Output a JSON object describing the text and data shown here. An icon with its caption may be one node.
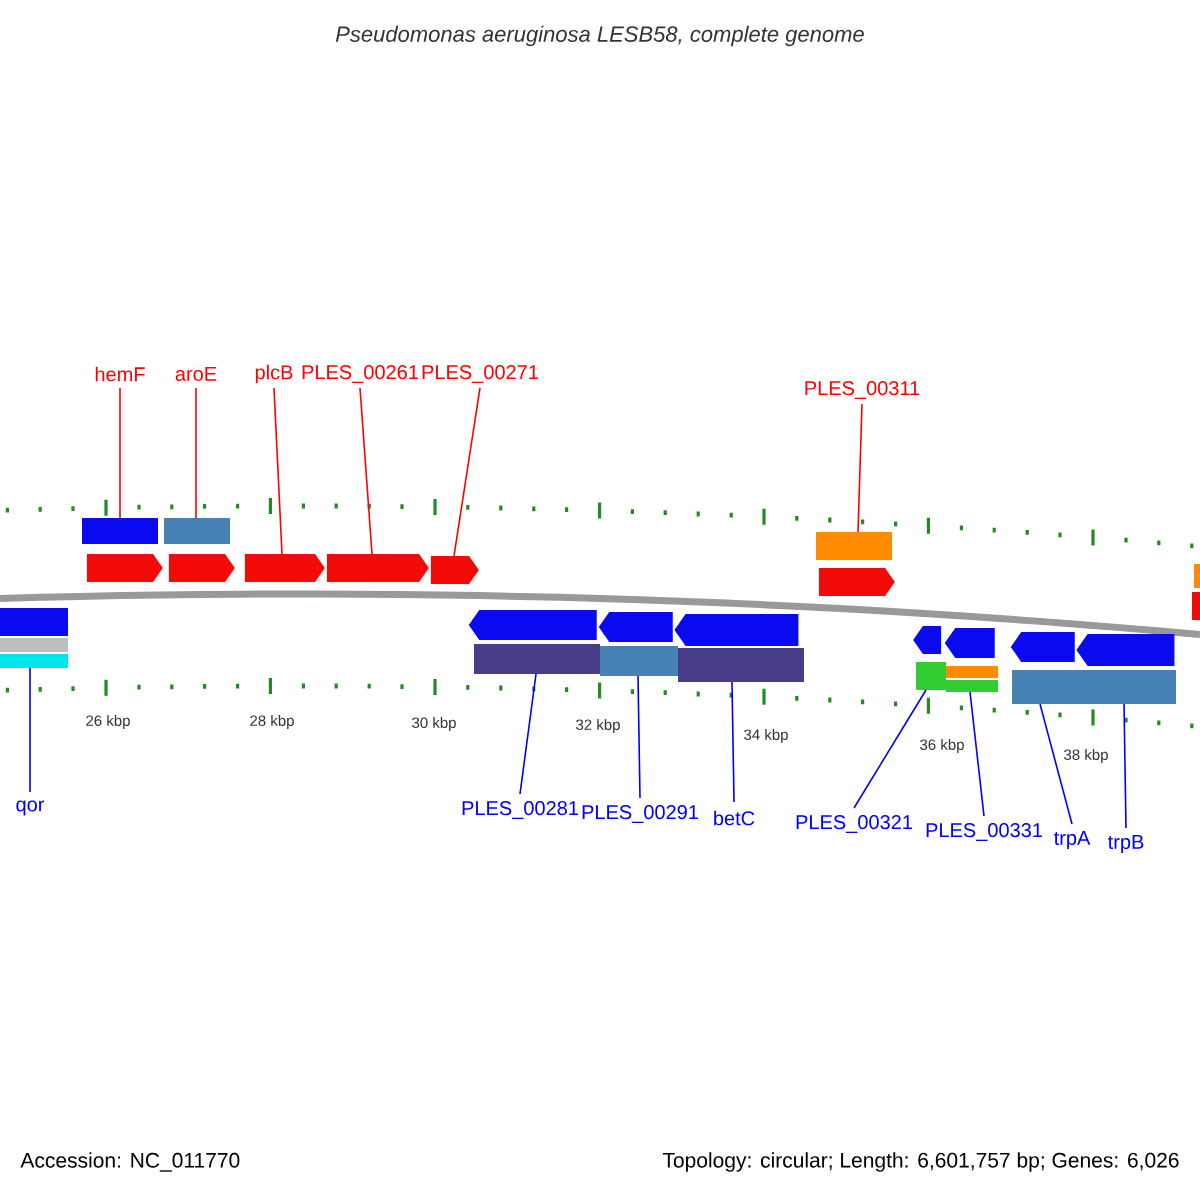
{
  "diagram": {
    "title": "Pseudomonas aeruginosa LESB58, complete genome",
    "nodes": [
      {
        "text": [
          "hemF"
        ]
      },
      {
        "text": [
          "aroE"
        ]
      },
      {
        "text": [
          "plcB"
        ]
      },
      {
        "text": [
          "PLES_00261"
        ]
      },
      {
        "text": [
          "PLES_00271"
        ]
      },
      {
        "text": [
          "PLES_00311"
        ]
      },
      {
        "text": [
          "qor"
        ]
      },
      {
        "text": [
          "PLES_00281"
        ]
      },
      {
        "text": [
          "PLES_00291"
        ]
      },
      {
        "text": [
          "betC"
        ]
      },
      {
        "text": [
          "PLES_00321"
        ]
      },
      {
        "text": [
          "PLES_00331"
        ]
      },
      {
        "text": [
          "trpA"
        ]
      },
      {
        "text": [
          "trpB"
        ]
      },
      {
        "text": [],
        "shape": "bar"
      },
      {
        "text": [],
        "shape": "bar"
      },
      {
        "text": [],
        "shape": "bar"
      },
      {
        "text": [],
        "shape": "bar"
      },
      {
        "text": [],
        "shape": "pentagon"
      },
      {
        "text": [],
        "shape": "pentagon"
      },
      {
        "text": [],
        "shape": "pentagon"
      },
      {
        "text": [],
        "shape": "pentagon"
      },
      {
        "text": [],
        "shape": "pentagon"
      },
      {
        "text": [],
        "shape": "pentagon"
      },
      {
        "text": [],
        "shape": "bar"
      },
      {
        "text": [],
        "shape": "bar"
      },
      {
        "text": [],
        "shape": "bar"
      },
      {
        "text": [],
        "shape": "bar"
      },
      {
        "text": [],
        "shape": "pentagon"
      },
      {
        "text": [],
        "shape": "pentagon"
      },
      {
        "text": [],
        "shape": "pentagon"
      },
      {
        "text": [],
        "shape": "pentagon"
      },
      {
        "text": [],
        "shape": "pentagon"
      },
      {
        "text": [],
        "shape": "pentagon"
      },
      {
        "text": [],
        "shape": "pentagon"
      },
      {
        "text": [],
        "shape": "bar"
      },
      {
        "text": [],
        "shape": "bar"
      },
      {
        "text": [],
        "shape": "bar"
      },
      {
        "text": [],
        "shape": "bar"
      },
      {
        "text": [],
        "shape": "bar"
      },
      {
        "text": [],
        "shape": "bar"
      },
      {
        "text": [],
        "shape": "bar"
      }
    ],
    "edges": [
      {
        "from": 0,
        "to": 14,
        "arrow": "none",
        "color": "#ff0000"
      },
      {
        "from": 1,
        "to": 15,
        "arrow": "none",
        "color": "#ff0000"
      },
      {
        "from": 2,
        "to": 20,
        "arrow": "none",
        "color": "#ff0000"
      },
      {
        "from": 3,
        "to": 21,
        "arrow": "none",
        "color": "#ff0000"
      },
      {
        "from": 4,
        "to": 22,
        "arrow": "none",
        "color": "#ff0000"
      },
      {
        "from": 5,
        "to": 16,
        "arrow": "none",
        "color": "#ff0000"
      },
      {
        "from": 6,
        "to": 27,
        "arrow": "none"
      },
      {
        "from": 7,
        "to": 35,
        "arrow": "none"
      },
      {
        "from": 8,
        "to": 36,
        "arrow": "none"
      },
      {
        "from": 9,
        "to": 37,
        "arrow": "none"
      },
      {
        "from": 10,
        "to": 38,
        "arrow": "none"
      },
      {
        "from": 11,
        "to": 40,
        "arrow": "none"
      },
      {
        "from": 12,
        "to": 41,
        "arrow": "none"
      },
      {
        "from": 13,
        "to": 41,
        "arrow": "none"
      }
    ],
    "labels": [
      "26 kbp",
      "28 kbp",
      "30 kbp",
      "32 kbp",
      "34 kbp",
      "36 kbp",
      "38 kbp",
      "Accession: NC_011770",
      "Topology: circular; Length: 6,601,757 bp; Genes: 6,026"
    ]
  }
}
